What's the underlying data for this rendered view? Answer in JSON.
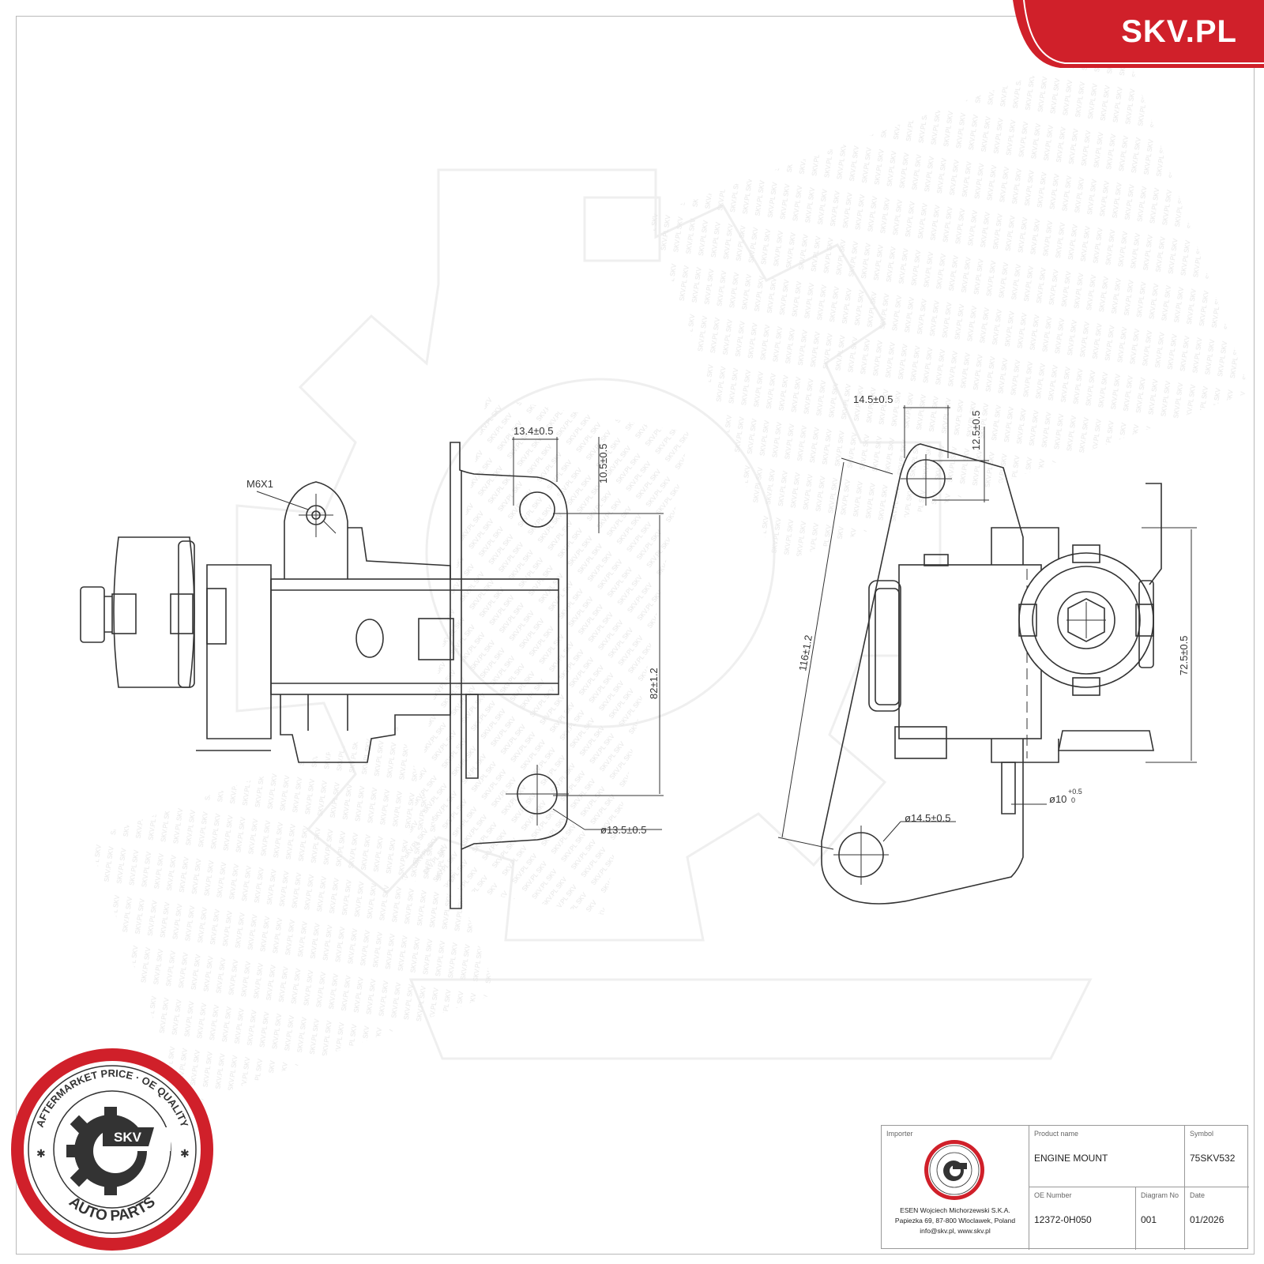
{
  "brand": {
    "name": "SKV.PL",
    "accent_color": "#d0202a"
  },
  "badge": {
    "ring_text_top": "AFTERMARKET PRICE · OE QUALITY",
    "ring_text_bottom": "AUTO PARTS",
    "center_text": "SKV",
    "color": "#d0202a"
  },
  "drawing": {
    "left_view": {
      "thread": "M6X1",
      "dim_top_offset": "13.4±0.5",
      "dim_vertical_small": "10.5±0.5",
      "dim_height": "82±1.2",
      "dim_hole_diameter": "ø13.5±0.5"
    },
    "right_view": {
      "dim_top_offset": "14.5±0.5",
      "dim_vertical_small": "12.5±0.5",
      "dim_diagonal": "116±1.2",
      "dim_height": "72.5±0.5",
      "dim_hole_diameter": "ø14.5±0.5",
      "dim_pin_diameter": "ø10",
      "dim_pin_tol_upper": "+0.5",
      "dim_pin_tol_lower": "0"
    }
  },
  "title_block": {
    "importer_label": "Importer",
    "importer_lines": [
      "ESEN Wojciech Michorzewski S.K.A.",
      "Papiezka 69, 87-800 Wloclawek, Poland",
      "info@skv.pl, www.skv.pl"
    ],
    "product_name_label": "Product name",
    "product_name": "ENGINE MOUNT",
    "symbol_label": "Symbol",
    "symbol": "75SKV532",
    "oe_number_label": "OE Number",
    "oe_number": "12372-0H050",
    "diagram_no_label": "Diagram No",
    "diagram_no": "001",
    "date_label": "Date",
    "date": "01/2026"
  }
}
